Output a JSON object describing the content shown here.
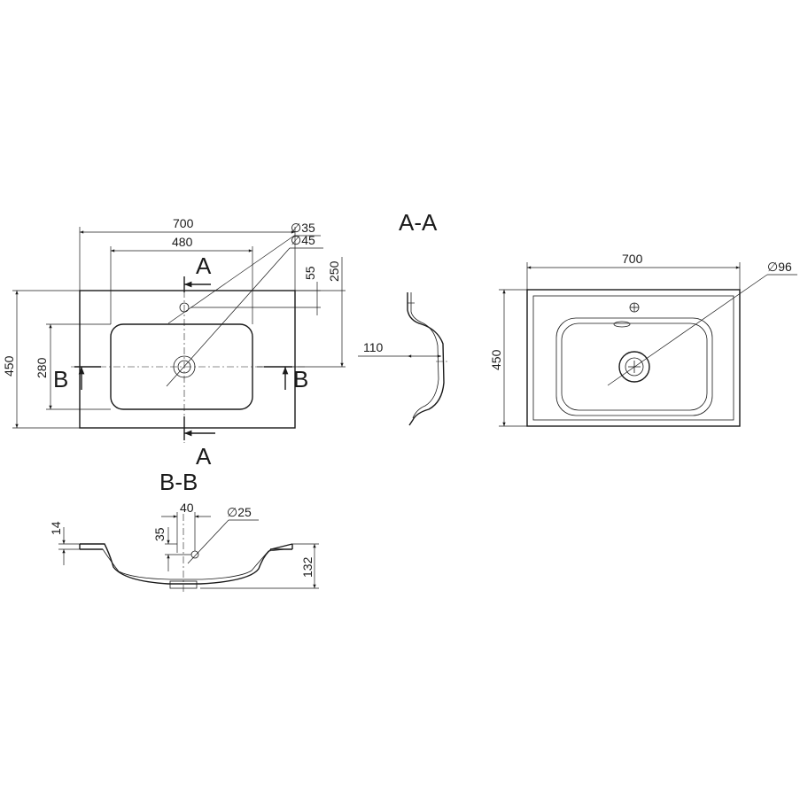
{
  "top_view": {
    "width_label": "700",
    "basin_width_label": "480",
    "tap_hole_label": "∅35",
    "drain_label": "∅45",
    "tap_offset_label": "55",
    "drain_offset_label": "250",
    "depth_label": "450",
    "basin_depth_label": "280",
    "section_a_label": "A",
    "section_b_label": "B"
  },
  "section_aa": {
    "title": "A-A",
    "depth_label": "110"
  },
  "right_view": {
    "width_label": "700",
    "depth_label": "450",
    "drain_label": "∅96"
  },
  "section_bb": {
    "title": "B-B",
    "rim_label": "14",
    "hole_offset_label": "40",
    "hole_depth_label": "35",
    "overflow_label": "∅25",
    "height_label": "132"
  }
}
